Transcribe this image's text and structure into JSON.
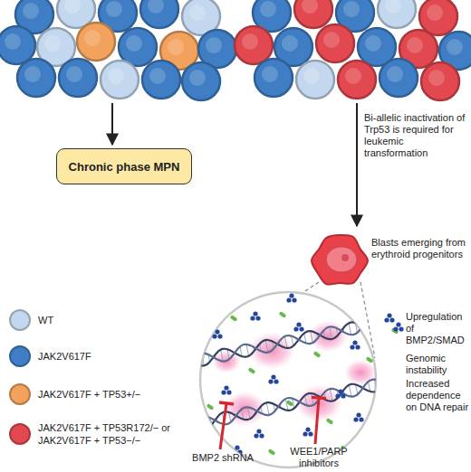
{
  "diagram": {
    "nodes": [
      {
        "text": [
          "Chronic phase MPN"
        ]
      },
      {
        "text": [
          "Blasts emerging from erythroid progenitors"
        ]
      }
    ],
    "labels": [
      "Bi-allelic inactivation of Trp53 is required for leukemic transformation",
      "Upregulation of BMP2/SMAD",
      "Genomic instability",
      "Increased dependence on DNA repair",
      "BMP2 shRNA",
      "WEE1/PARP inhibitors"
    ],
    "legend": [
      {
        "text": "WT",
        "color": "#c3d8ee"
      },
      {
        "text": "JAK2V617F",
        "color": "#3f7ec4"
      },
      {
        "text": "JAK2V617F + TP53+/−",
        "color": "#f2a25c"
      },
      {
        "text": "JAK2V617F + TP53R172/− or JAK2V617F + TP53−/−",
        "color": "#e2484f"
      }
    ]
  }
}
